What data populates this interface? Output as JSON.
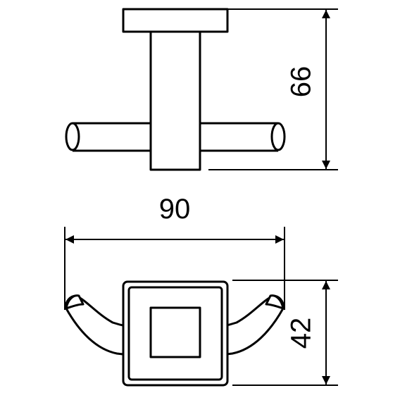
{
  "drawing": {
    "dimensions": {
      "height": "66",
      "width": "90",
      "depth": "42"
    }
  }
}
